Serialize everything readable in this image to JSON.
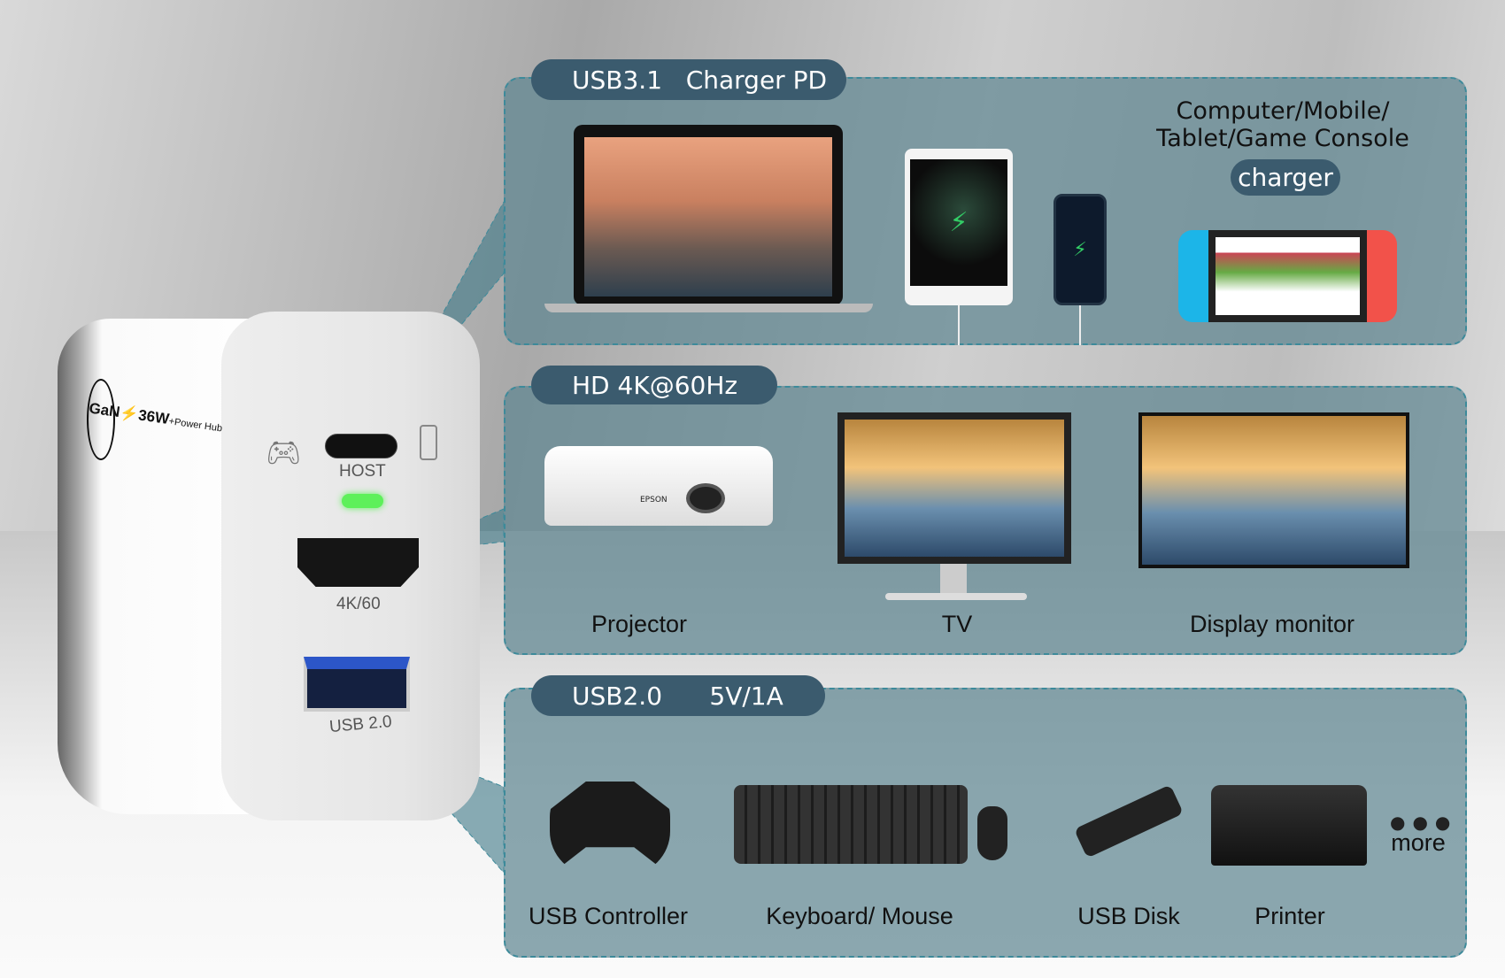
{
  "charger": {
    "brand": "GaN",
    "wattage": "36W",
    "suffix": "+Power Hub",
    "ports": [
      "HOST",
      "4K/60",
      "USB 2.0"
    ]
  },
  "panels": [
    {
      "header": "USB3.1   Charger PD",
      "note_lines": [
        "Computer/Mobile/",
        "Tablet/Game Console"
      ],
      "note_badge": "charger"
    },
    {
      "header": "HD 4K@60Hz",
      "items": [
        "Projector",
        "TV",
        "Display monitor"
      ],
      "projector_brand": "EPSON"
    },
    {
      "header": "USB2.0      5V/1A",
      "items": [
        "USB Controller",
        "Keyboard/ Mouse",
        "USB Disk",
        "Printer"
      ],
      "more": "more"
    }
  ],
  "colors": {
    "panel": "#608792",
    "pill": "#3b5b6e",
    "border": "#3d8a9a",
    "led": "#5ef05a"
  }
}
